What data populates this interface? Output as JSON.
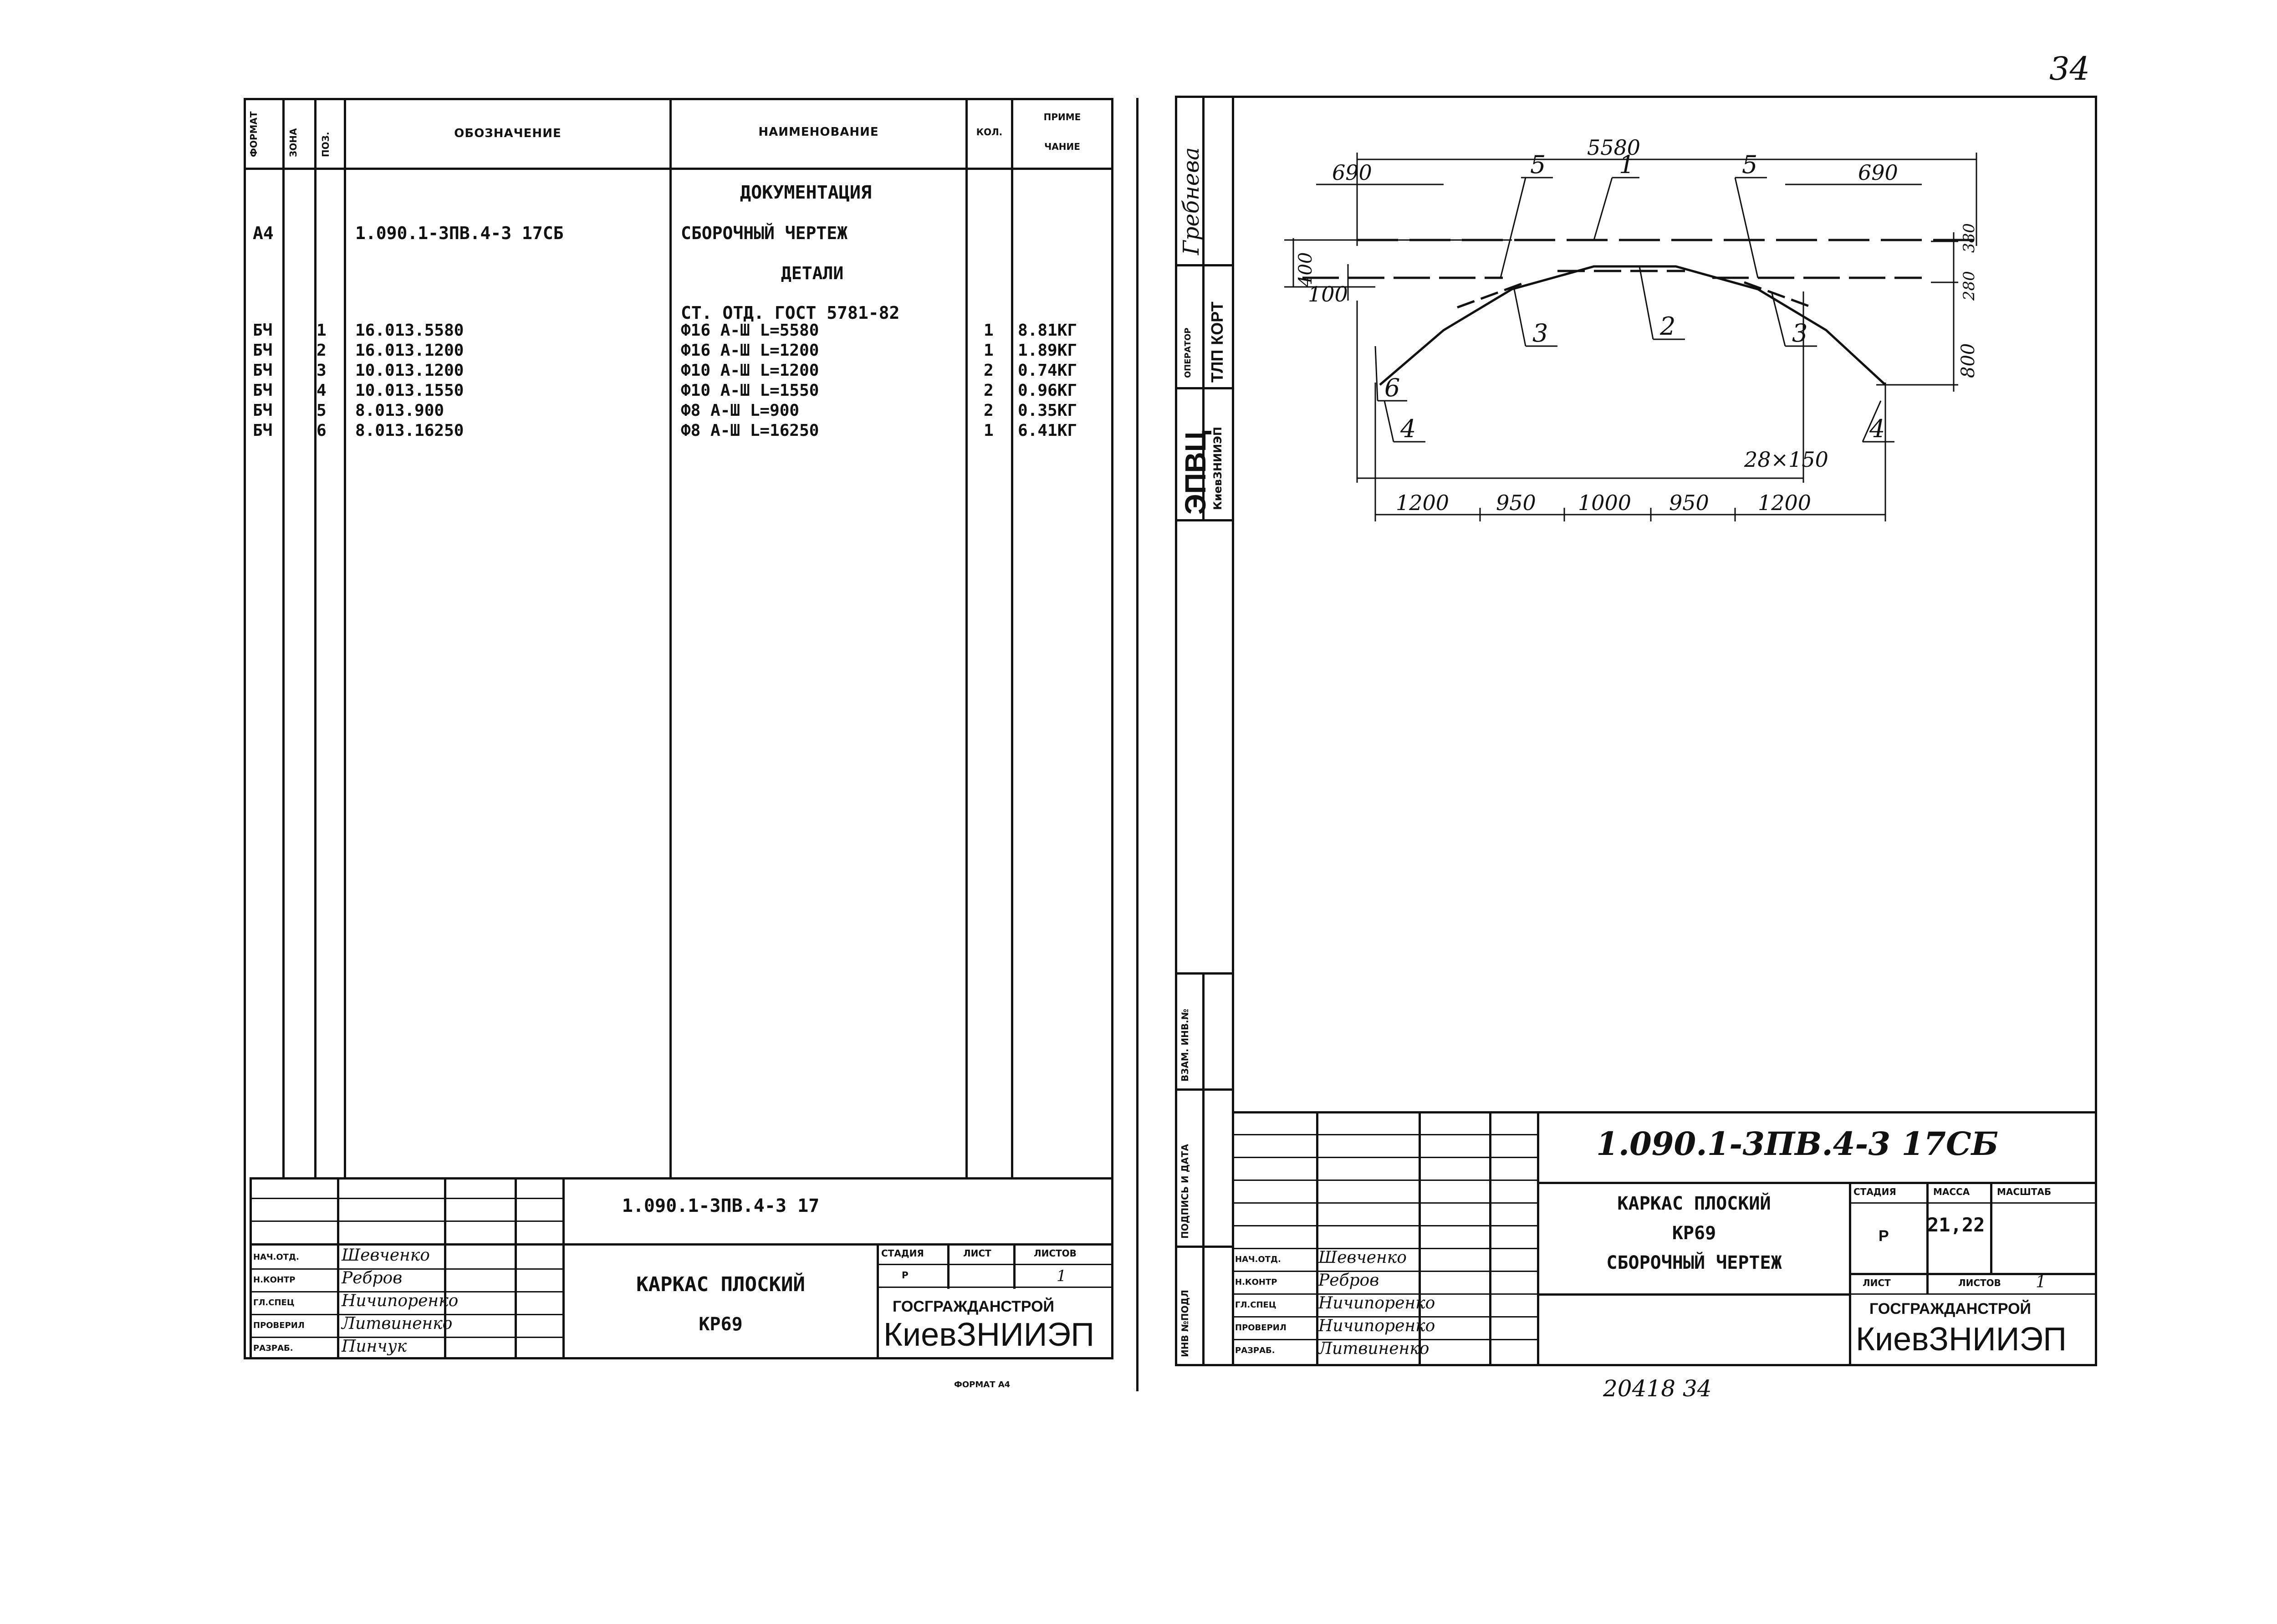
{
  "page_number": "34",
  "left_sheet": {
    "header": {
      "format": "ФОРМАТ",
      "zone": "ЗОНА",
      "pos": "ПОЗ.",
      "designation": "ОБОЗНАЧЕНИЕ",
      "name": "НАИМЕНОВАНИЕ",
      "qty": "КОЛ.",
      "note_line1": "ПРИМЕ",
      "note_line2": "ЧАНИЕ"
    },
    "section_docs": "ДОКУМЕНТАЦИЯ",
    "doc_row": {
      "format": "А4",
      "designation": "1.090.1-3ПВ.4-3 17СБ",
      "name": "СБОРОЧНЫЙ ЧЕРТЕЖ"
    },
    "section_parts": "ДЕТАЛИ",
    "material_note": "СТ. ОТД. ГОСТ 5781-82",
    "rows": [
      {
        "format": "БЧ",
        "pos": "1",
        "designation": "16.013.5580",
        "name": "Ф16 А-Ш L=5580",
        "qty": "1",
        "note": "8.81КГ"
      },
      {
        "format": "БЧ",
        "pos": "2",
        "designation": "16.013.1200",
        "name": "Ф16 А-Ш L=1200",
        "qty": "1",
        "note": "1.89КГ"
      },
      {
        "format": "БЧ",
        "pos": "3",
        "designation": "10.013.1200",
        "name": "Ф10 А-Ш L=1200",
        "qty": "2",
        "note": "0.74КГ"
      },
      {
        "format": "БЧ",
        "pos": "4",
        "designation": "10.013.1550",
        "name": "Ф10 А-Ш L=1550",
        "qty": "2",
        "note": "0.96КГ"
      },
      {
        "format": "БЧ",
        "pos": "5",
        "designation": "8.013.900",
        "name": "Ф8 А-Ш L=900",
        "qty": "2",
        "note": "0.35КГ"
      },
      {
        "format": "БЧ",
        "pos": "6",
        "designation": "8.013.16250",
        "name": "Ф8 А-Ш L=16250",
        "qty": "1",
        "note": "6.41КГ"
      }
    ],
    "title_block": {
      "code": "1.090.1-3ПВ.4-3 17",
      "title_line1": "КАРКАС ПЛОСКИЙ",
      "title_line2": "КР69",
      "stage_label": "СТАДИЯ",
      "sheet_label": "ЛИСТ",
      "sheets_label": "ЛИСТОВ",
      "stage": "Р",
      "sheets": "1",
      "org_top": "ГОСГРАЖДАНСТРОЙ",
      "org": "КиевЗНИИЭП",
      "roles": [
        "НАЧ.ОТД.",
        "Н.КОНТР",
        "ГЛ.СПЕЦ",
        "ПРОВЕРИЛ",
        "РАЗРАБ."
      ],
      "names": [
        "Шевченко",
        "Ребров",
        "Ничипоренко",
        "Литвиненко",
        "Пинчук"
      ]
    },
    "format_note": "ФОРМАТ А4"
  },
  "right_sheet": {
    "side_stamp": {
      "name1": "Гребнева",
      "operator_label": "ОПЕРАТОР",
      "operator": "ТЛП КОРТ",
      "org": "ЭПВЦ",
      "org_sub": "КиевЗНИИЭП",
      "vzam": "ВЗАМ. ИНВ.№",
      "podp": "ПОДПИСЬ И ДАТА",
      "inv": "ИНВ №ПОДЛ"
    },
    "drawing": {
      "dims": {
        "overall": "5580",
        "left_end": "690",
        "right_end": "690",
        "h400": "400",
        "h100": "100",
        "h800": "800",
        "h280": "280",
        "h380": "380",
        "spacing": "28×150",
        "bottom": [
          "1200",
          "950",
          "1000",
          "950",
          "1200"
        ]
      },
      "callouts": [
        "5",
        "1",
        "5",
        "3",
        "2",
        "3",
        "4",
        "6",
        "4"
      ]
    },
    "title_block": {
      "code": "1.090.1-3ПВ.4-3  17СБ",
      "title_line1": "КАРКАС ПЛОСКИЙ",
      "title_line2": "КР69",
      "title_line3": "СБОРОЧНЫЙ ЧЕРТЕЖ",
      "stage_label": "СТАДИЯ",
      "mass_label": "МАССА",
      "scale_label": "МАСШТАБ",
      "stage": "Р",
      "mass": "21,22",
      "sheet_label": "ЛИСТ",
      "sheets_label": "ЛИСТОВ",
      "sheets": "1",
      "org_top": "ГОСГРАЖДАНСТРОЙ",
      "org": "КиевЗНИИЭП",
      "roles": [
        "НАЧ.ОТД.",
        "Н.КОНТР",
        "ГЛ.СПЕЦ",
        "ПРОВЕРИЛ",
        "РАЗРАБ."
      ],
      "names": [
        "Шевченко",
        "Ребров",
        "Ничипоренко",
        "Ничипоренко",
        "Литвиненко"
      ]
    },
    "bottom_note": "20418  34"
  }
}
